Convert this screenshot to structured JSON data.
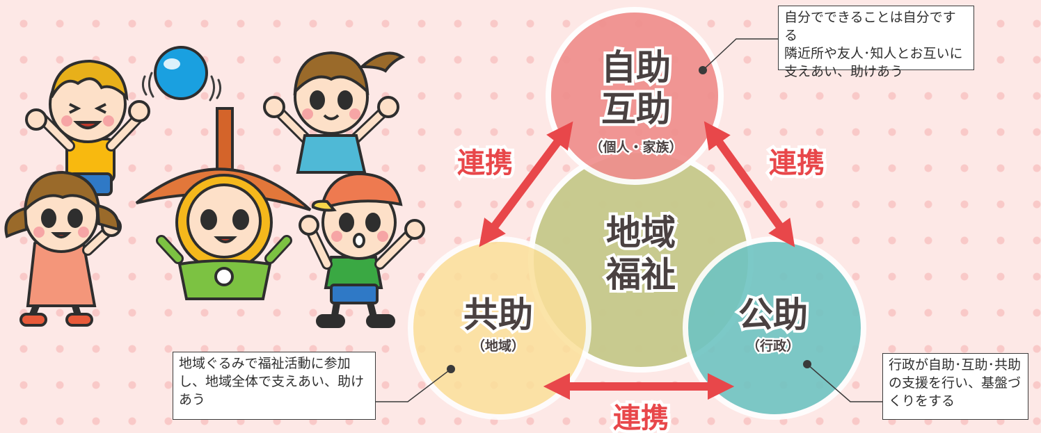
{
  "colors": {
    "self_help": "#ef8f8d",
    "community": "#c6c98b",
    "mutual_help": "#fbe09a",
    "public_help": "#6fc4c2",
    "arrow": "#e8474a",
    "text": "#4a4141"
  },
  "self_help": {
    "line1": "自助",
    "line2": "互助",
    "sub": "（個人・家族）"
  },
  "center": {
    "line1": "地域",
    "line2": "福祉"
  },
  "mutual_help": {
    "title": "共助",
    "sub": "（地域）"
  },
  "public_help": {
    "title": "公助",
    "sub": "（行政）"
  },
  "link_labels": {
    "left": "連携",
    "right": "連携",
    "bottom": "連携"
  },
  "callouts": {
    "self_help": "自分でできることは自分でする\n隣近所や友人･知人とお互いに支えあい、助けあう",
    "mutual_help": "地域ぐるみで福祉活動に参加し、地域全体で支えあい、助けあう",
    "public_help": "行政が自助･互助･共助の支援を行い、基盤づくりをする"
  },
  "illustration": {
    "ball": "ball-icon",
    "boy_cheering": "boy-icon",
    "girl_ponytail": "girl-icon",
    "girl_pigtails": "girl-icon",
    "mascot": "mascot-icon",
    "boy_cap": "boy-icon"
  }
}
